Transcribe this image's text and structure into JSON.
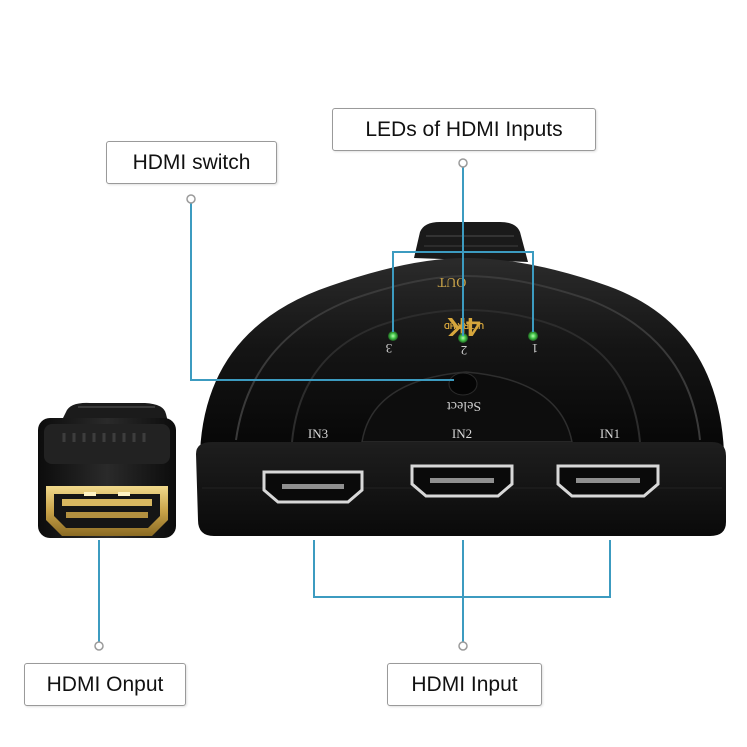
{
  "callouts": {
    "hdmi_switch": "HDMI switch",
    "leds": "LEDs of HDMI Inputs",
    "hdmi_output": "HDMI Onput",
    "hdmi_input": "HDMI Input"
  },
  "device": {
    "out_label": "OUT",
    "brand": "4K",
    "brand_sub": "ULTRA HD",
    "select_label": "Select",
    "led_labels": [
      "3",
      "2",
      "1"
    ],
    "port_labels": [
      "IN3",
      "IN2",
      "IN1"
    ]
  },
  "colors": {
    "leader_line": "#3c9bc0",
    "device_body": "#121212",
    "led_green": "#46c84b",
    "gold": "#c9a349",
    "callout_border": "#9a9a9a"
  }
}
